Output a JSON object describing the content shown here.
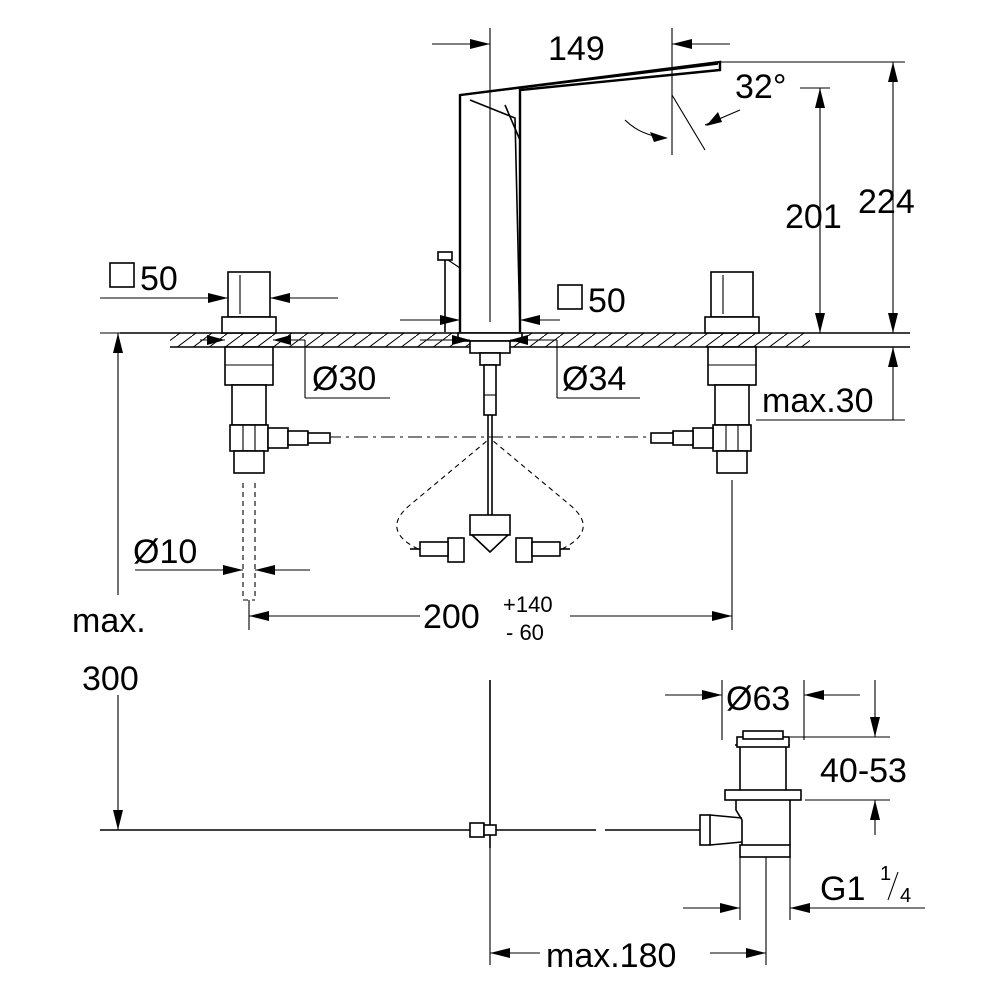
{
  "dimensions": {
    "spout_reach": "149",
    "spout_angle": "32°",
    "spout_height": "201",
    "total_height": "224",
    "square_left": "50",
    "square_right": "50",
    "dia_30": "Ø30",
    "dia_34": "Ø34",
    "max_30": "max.30",
    "dia_10": "Ø10",
    "max_300_a": "max.",
    "max_300_b": "300",
    "spread_main": "200",
    "spread_plus": "+140",
    "spread_minus": "-  60",
    "waste_dia": "Ø63",
    "waste_range": "40-53",
    "thread_main": "G1",
    "thread_num": "1",
    "thread_den": "4",
    "max_180": "max.180"
  }
}
